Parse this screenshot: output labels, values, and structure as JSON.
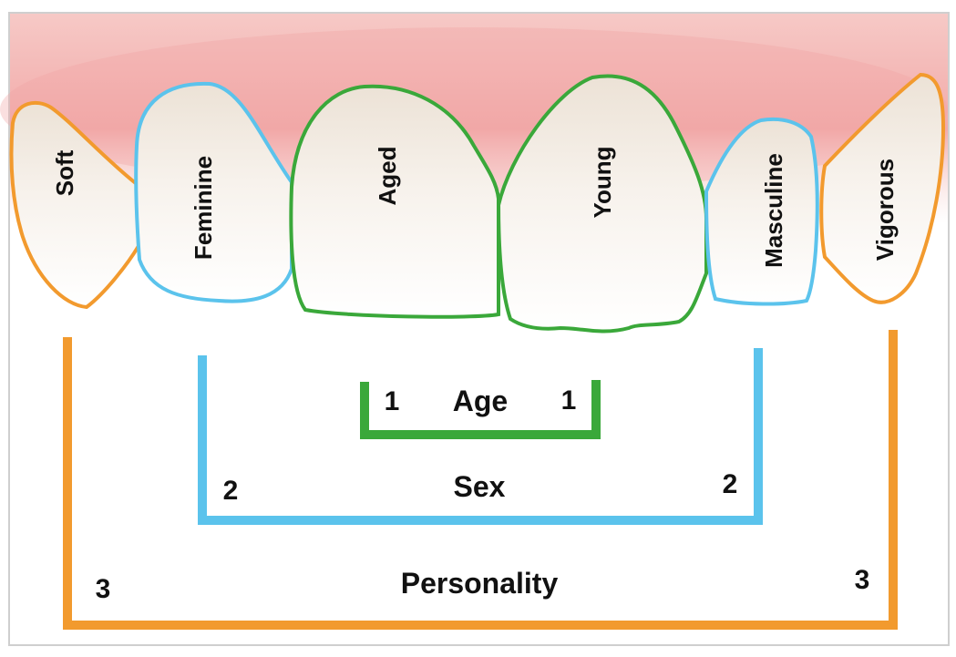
{
  "colors": {
    "age": "#3aa83a",
    "sex": "#5bc3ec",
    "personality": "#f29a2e",
    "gum": "#f4b6b6",
    "tooth_fill": "#f3ebe2",
    "frame": "#c9c9c9"
  },
  "teeth": {
    "soft": "Soft",
    "feminine": "Feminine",
    "aged": "Aged",
    "young": "Young",
    "masculine": "Masculine",
    "vigorous": "Vigorous"
  },
  "brackets": {
    "age": {
      "label": "Age",
      "left_num": "1",
      "right_num": "1"
    },
    "sex": {
      "label": "Sex",
      "left_num": "2",
      "right_num": "2"
    },
    "personality": {
      "label": "Personality",
      "left_num": "3",
      "right_num": "3"
    }
  }
}
